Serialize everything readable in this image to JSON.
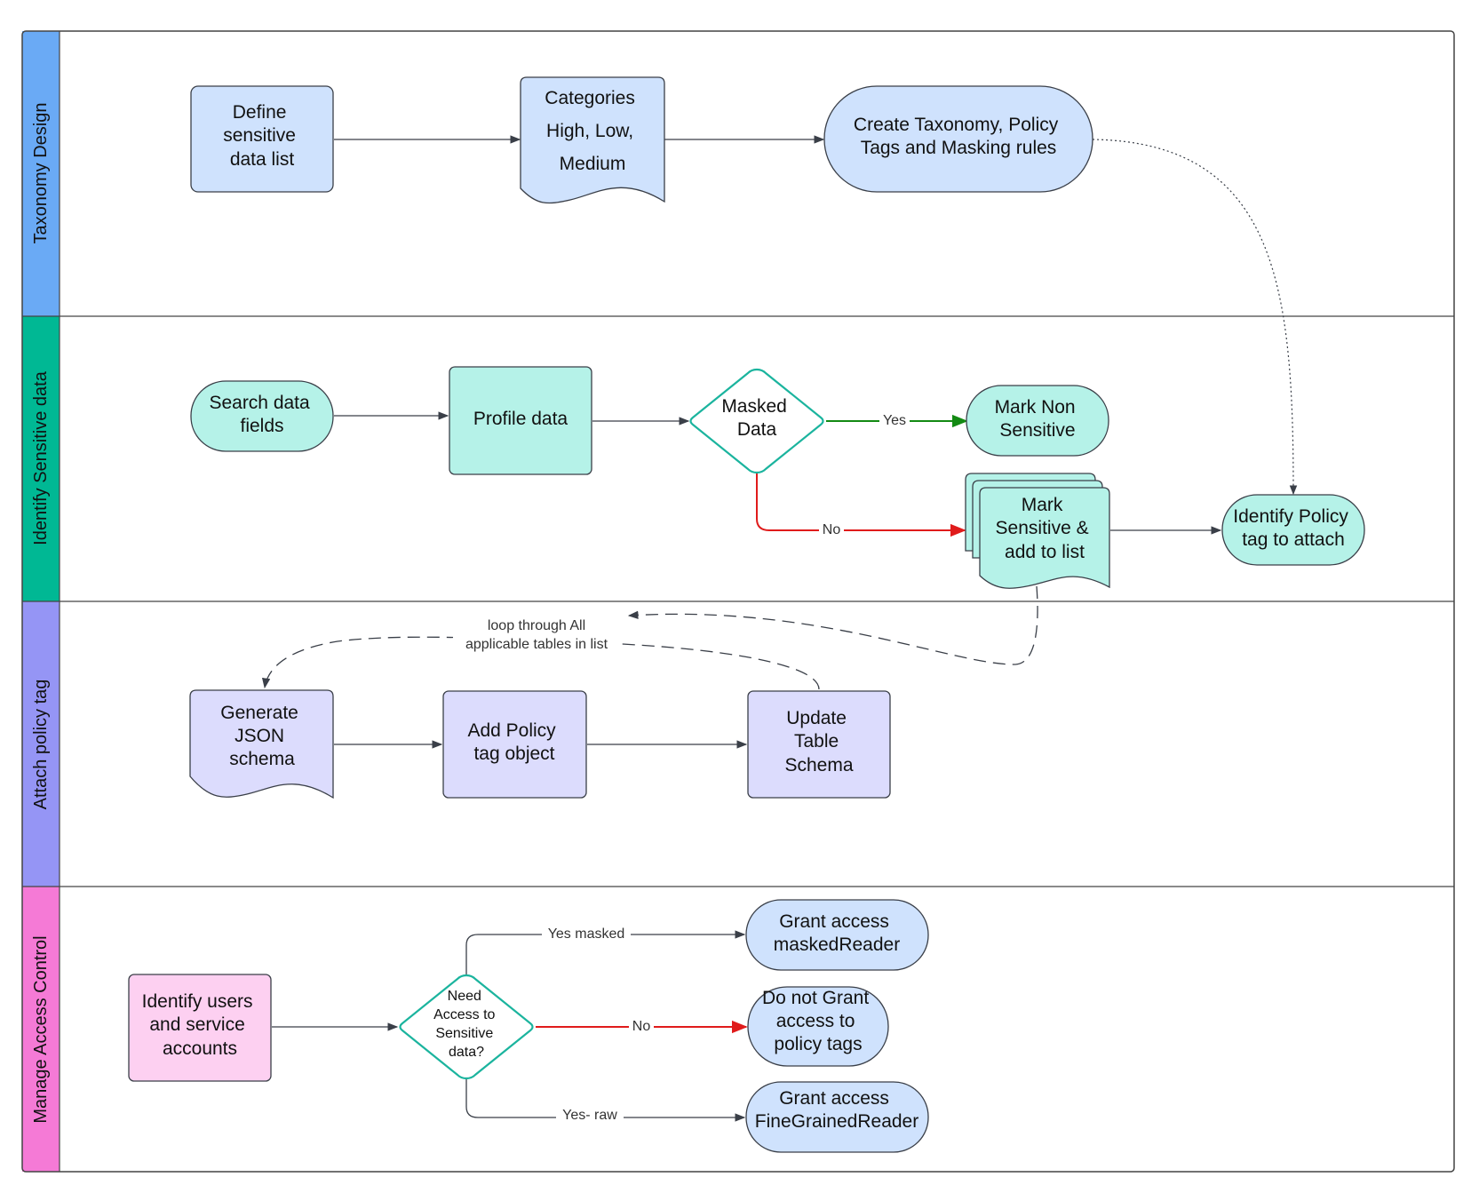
{
  "lanes": [
    {
      "label": "Taxonomy Design",
      "color": "#6aaaf5"
    },
    {
      "label": "Identify Sensitive data",
      "color": "#00b894"
    },
    {
      "label": "Attach policy tag",
      "color": "#9595f5"
    },
    {
      "label": "Manage Access Control",
      "color": "#f57ad6"
    }
  ],
  "colors": {
    "blue_fill": "#cfe2fd",
    "teal_fill": "#b5f2e8",
    "lavender_fill": "#dcdcfd",
    "pink_fill": "#fdd0f1",
    "decision_stroke": "#1bb49e",
    "yes_green": "#138a13",
    "no_red": "#e01b1b",
    "edge_gray": "#3a3f48"
  },
  "nodes": {
    "define_sensitive": [
      "Define",
      "sensitive",
      "data list"
    ],
    "categories": [
      "Categories",
      "High, Low,",
      "Medium"
    ],
    "create_taxonomy": [
      "Create Taxonomy, Policy",
      "Tags and Masking rules"
    ],
    "search_fields": [
      "Search data",
      "fields"
    ],
    "profile_data": [
      "Profile data"
    ],
    "masked_data": [
      "Masked",
      "Data"
    ],
    "mark_non_sensitive": [
      "Mark Non",
      "Sensitive"
    ],
    "mark_sensitive": [
      "Mark",
      "Sensitive &",
      "add to list"
    ],
    "identify_policy_tag": [
      "Identify Policy",
      "tag to attach"
    ],
    "generate_json": [
      "Generate",
      "JSON",
      "schema"
    ],
    "add_policy_tag": [
      "Add Policy",
      "tag object"
    ],
    "update_schema": [
      "Update",
      "Table",
      "Schema"
    ],
    "identify_users": [
      "Identify users",
      "and service",
      "accounts"
    ],
    "need_access": [
      "Need",
      "Access to",
      "Sensitive",
      "data?"
    ],
    "grant_masked": [
      "Grant access",
      "maskedReader"
    ],
    "do_not_grant": [
      "Do not Grant",
      "access to",
      "policy tags"
    ],
    "grant_fine": [
      "Grant access",
      "FineGrainedReader"
    ]
  },
  "edge_labels": {
    "masked_yes": "Yes",
    "masked_no": "No",
    "access_yes_masked": "Yes masked",
    "access_no": "No",
    "access_yes_raw": "Yes- raw"
  },
  "loop_note": [
    "loop through All",
    "applicable tables in list"
  ]
}
